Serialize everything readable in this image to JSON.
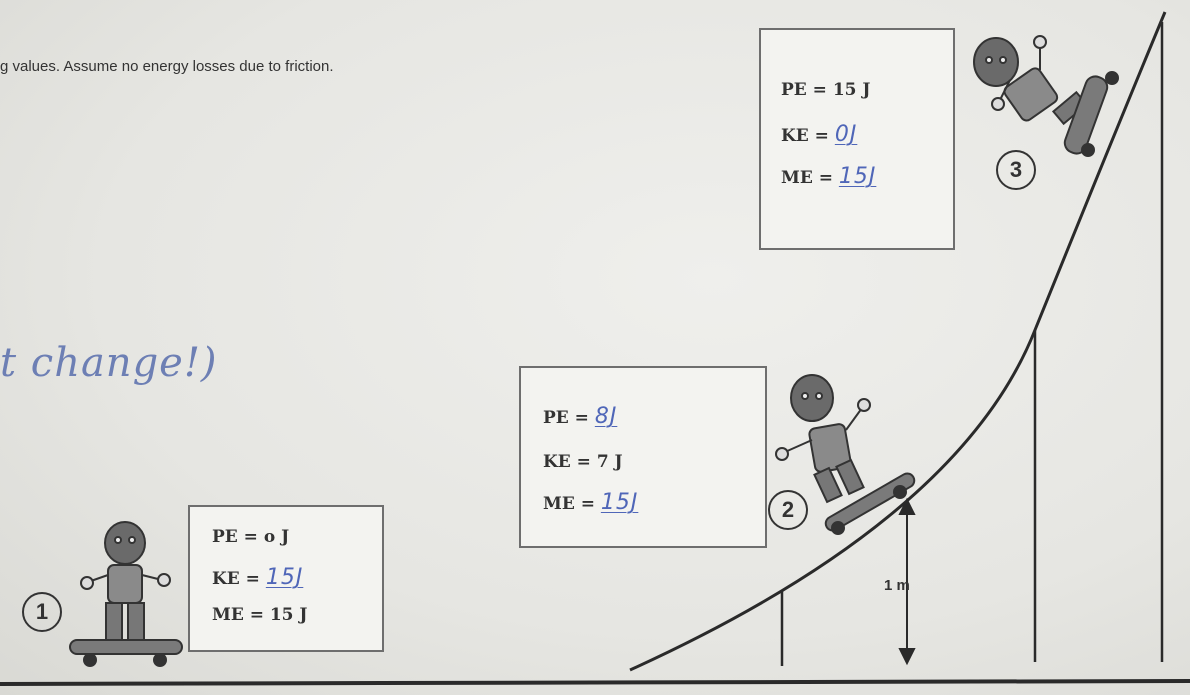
{
  "instructions": "g values. Assume no energy losses due to friction.",
  "handwritten_note": "t change!)",
  "positions": [
    {
      "number": "1",
      "pe": "PE = o J",
      "ke_label": "KE = ",
      "ke_answer": "15J",
      "me": "ME = 15 J"
    },
    {
      "number": "2",
      "pe_label": "PE = ",
      "pe_answer": "8J",
      "ke": "KE = 7 J",
      "me_label": "ME = ",
      "me_answer": "15J"
    },
    {
      "number": "3",
      "pe": "PE = 15 J",
      "ke_label": "KE = ",
      "ke_answer": "0J",
      "me_label": "ME = ",
      "me_answer": "15J"
    }
  ],
  "height_label": "1 m"
}
